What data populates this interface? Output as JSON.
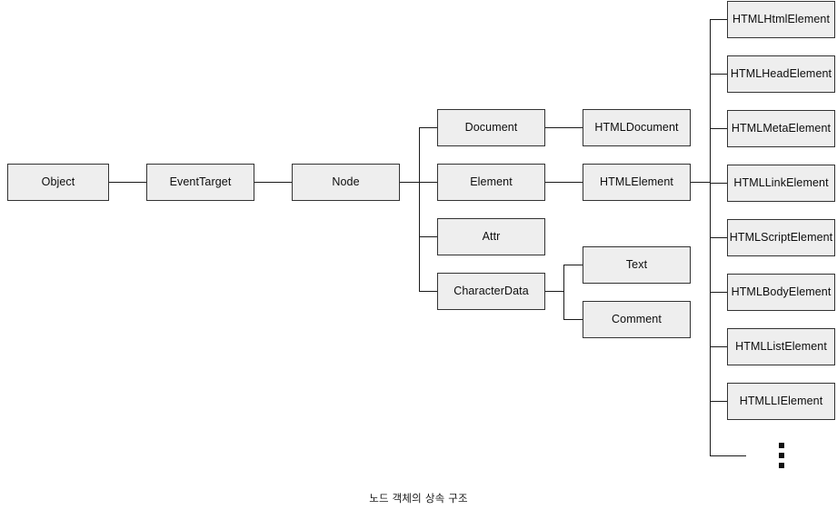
{
  "diagram": {
    "caption": "노드 객체의 상속 구조",
    "colors": {
      "box_fill": "#eeeeee",
      "box_border": "#333333",
      "edge": "#1a1a1a",
      "text": "#0d0d0d",
      "background": "#ffffff"
    },
    "columns": {
      "col1": [
        {
          "label": "Object"
        }
      ],
      "col2": [
        {
          "label": "EventTarget"
        }
      ],
      "col3": [
        {
          "label": "Node"
        }
      ],
      "col4": [
        {
          "label": "Document"
        },
        {
          "label": "Element"
        },
        {
          "label": "Attr"
        },
        {
          "label": "CharacterData"
        }
      ],
      "col5": [
        {
          "label": "HTMLDocument"
        },
        {
          "label": "HTMLElement"
        },
        {
          "label": "Text"
        },
        {
          "label": "Comment"
        }
      ],
      "col6": [
        {
          "label": "HTMLHtmlElement"
        },
        {
          "label": "HTMLHeadElement"
        },
        {
          "label": "HTMLMetaElement"
        },
        {
          "label": "HTMLLinkElement"
        },
        {
          "label": "HTMLScriptElement"
        },
        {
          "label": "HTMLBodyElement"
        },
        {
          "label": "HTMLListElement"
        },
        {
          "label": "HTMLLIElement"
        },
        {
          "label": "⋮"
        }
      ]
    }
  }
}
